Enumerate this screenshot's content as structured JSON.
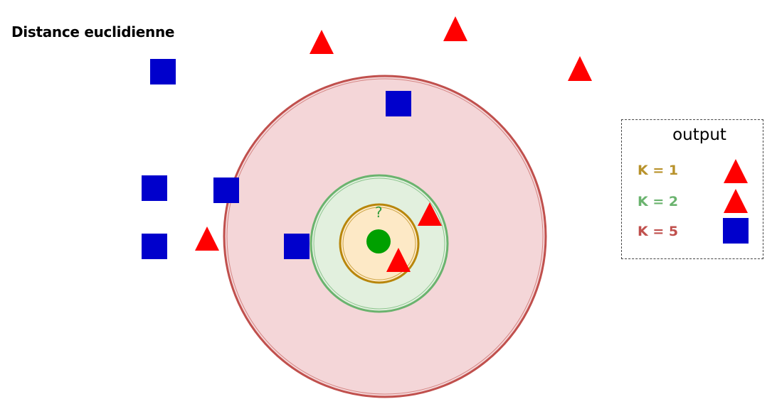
{
  "title": "Distance euclidienne",
  "query_label": "?",
  "legend": {
    "title": "output",
    "rows": [
      {
        "label": "K = 1",
        "color": "#b8922b",
        "result": "triangle"
      },
      {
        "label": "K = 2",
        "color": "#6ab36e",
        "result": "triangle"
      },
      {
        "label": "K = 5",
        "color": "#c0504d",
        "result": "square"
      }
    ]
  },
  "colors": {
    "triangle": "#ff0000",
    "square": "#0000cc",
    "query_point": "#00a000",
    "circle_k1_fill": "#fde9c6",
    "circle_k1_stroke": "#b8860b",
    "circle_k2_fill": "#e2f0de",
    "circle_k2_stroke": "#6ab36e",
    "circle_k5_fill": "#f4d6d8",
    "circle_k5_stroke": "#c0504d"
  }
}
